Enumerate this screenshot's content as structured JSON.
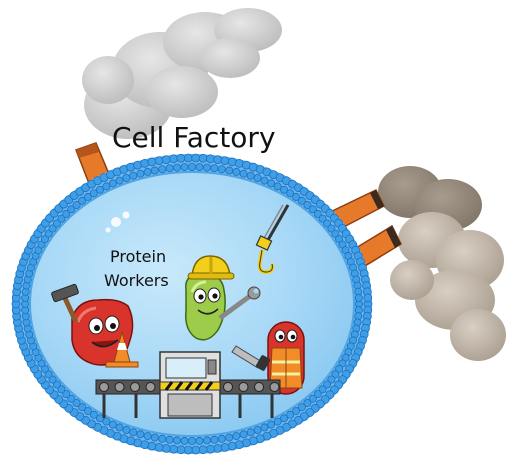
{
  "title": "Cell Factory",
  "workers_label": {
    "line1": "Protein",
    "line2": "Workers"
  },
  "colors": {
    "membrane_bead": "#3e9ee6",
    "membrane_bead_edge": "#1d6fc0",
    "cytoplasm": "#9fd3f6",
    "chimney": "#e77a2a",
    "smoke_light": "#c9c9c9",
    "smoke_dark": "#9a8f84",
    "worker_red": "#d9342b",
    "worker_green": "#9ccc4a",
    "hard_hat": "#f2cf1a",
    "cone": "#f28c28"
  },
  "icons": [
    "smoke-cloud-icon",
    "chimney-icon",
    "crane-hook-icon",
    "hammer-icon",
    "traffic-cone-icon",
    "wrench-icon",
    "hand-saw-icon",
    "hard-hat-icon",
    "conveyor-machine-icon"
  ]
}
